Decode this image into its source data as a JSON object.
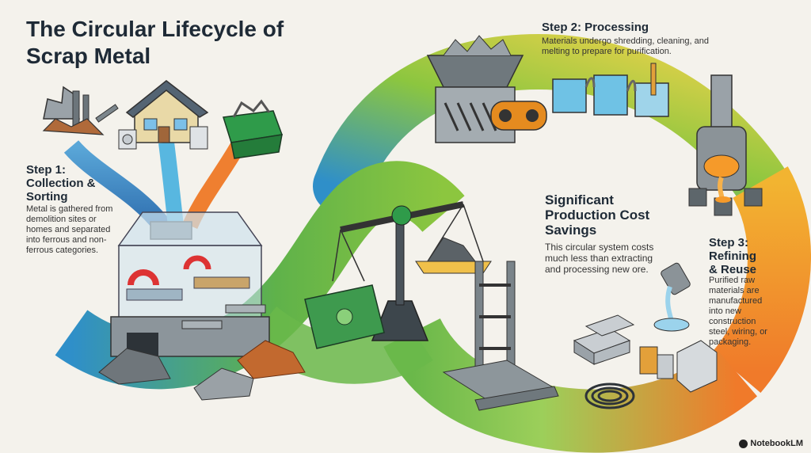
{
  "title": "The Circular Lifecycle of Scrap Metal",
  "step1": {
    "heading": "Step 1: Collection & Sorting",
    "body": "Metal is gathered from demolition sites or homes and separated into ferrous and non-ferrous categories."
  },
  "step2": {
    "heading": "Step 2: Processing",
    "body": "Materials undergo shredding, cleaning, and melting to prepare for purification."
  },
  "step3": {
    "heading": "Step 3: Refining & Reuse",
    "body": "Purified raw materials are manufactured into new construction steel, wiring, or packaging."
  },
  "center": {
    "heading": "Significant Production Cost Savings",
    "body": "This circular system costs much less than extracting and processing new ore."
  },
  "brand": "NotebookLM",
  "colors": {
    "band_green": "#8cc63f",
    "band_blue": "#2f8fc9",
    "band_orange": "#f07a2a",
    "band_yellow": "#f2b431"
  },
  "icons": {
    "collection": [
      "demolition-rubble-icon",
      "house-icon",
      "dumpster-icon"
    ],
    "sorting": "sorting-machine-icon",
    "processing": [
      "shredder-icon",
      "cleaning-tanks-icon",
      "furnace-icon"
    ],
    "savings": "balance-scale-icon",
    "reuse": [
      "steel-frame-icon",
      "steel-ingots-icon",
      "wire-coil-icon",
      "cans-icon"
    ]
  }
}
